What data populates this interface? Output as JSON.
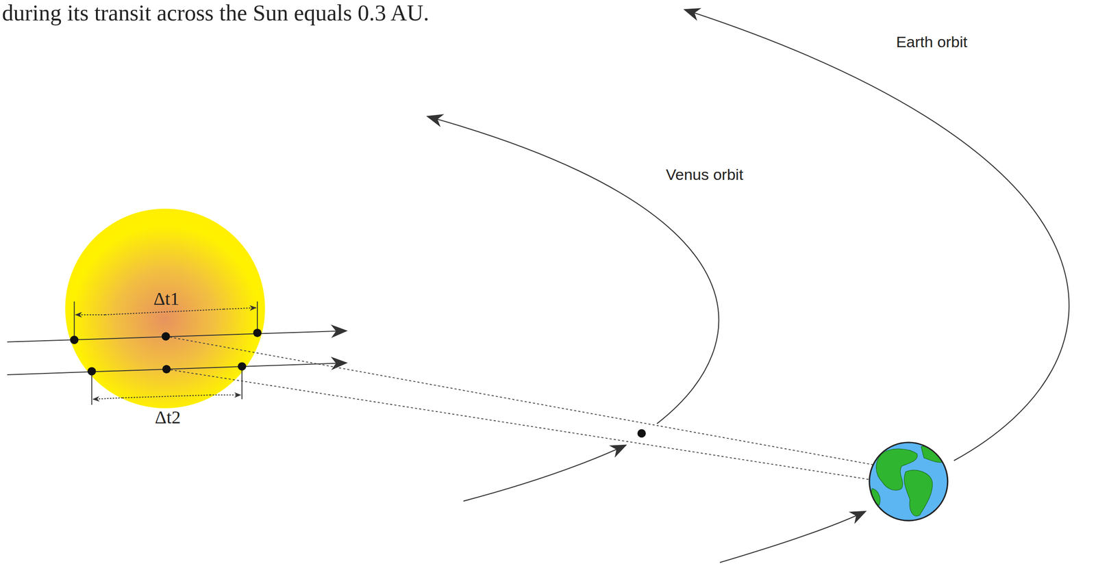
{
  "diagram": {
    "labels": [
      "during its transit across the Sun equals 0.3 AU.",
      "Δt1",
      "Δt2",
      "Venus orbit",
      "Earth orbit"
    ]
  }
}
